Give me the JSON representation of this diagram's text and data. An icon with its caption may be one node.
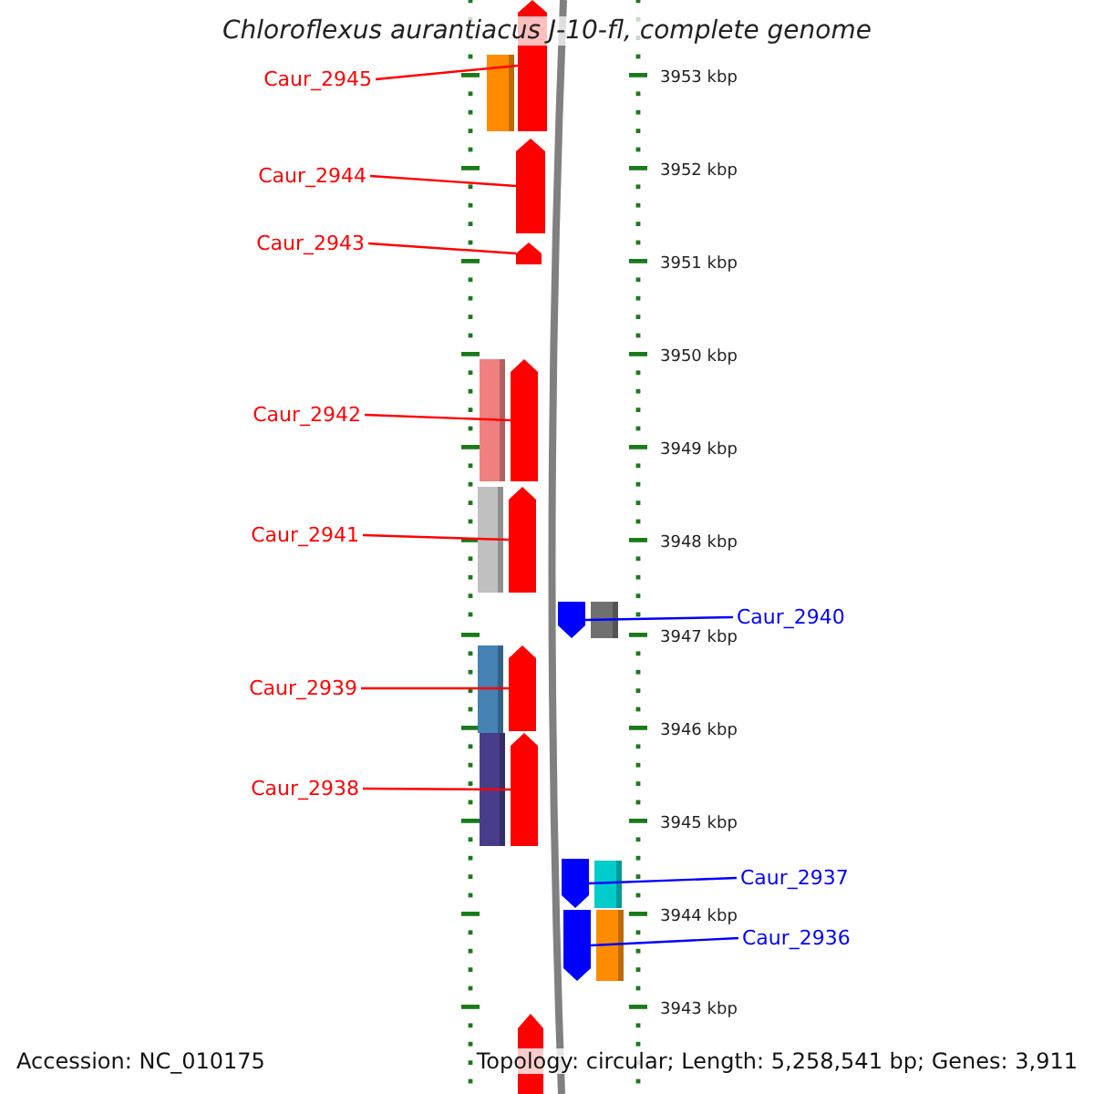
{
  "diagram": {
    "title": "Chloroflexus aurantiacus J-10-fl, complete genome",
    "nodes": [
      {
        "text": [
          "Caur_2945"
        ]
      },
      {
        "text": [
          "Caur_2944"
        ]
      },
      {
        "text": [
          "Caur_2943"
        ]
      },
      {
        "text": [
          "Caur_2942"
        ]
      },
      {
        "text": [
          "Caur_2941"
        ]
      },
      {
        "text": [
          "Caur_2940"
        ]
      },
      {
        "text": [
          "Caur_2939"
        ]
      },
      {
        "text": [
          "Caur_2938"
        ]
      },
      {
        "text": [
          "Caur_2937"
        ]
      },
      {
        "text": [
          "Caur_2936"
        ]
      },
      {
        "text": [],
        "shape": "bar"
      },
      {
        "text": [],
        "shape": "bar"
      },
      {
        "text": [],
        "shape": "bar"
      },
      {
        "text": [],
        "shape": "bar"
      },
      {
        "text": [],
        "shape": "bar"
      },
      {
        "text": [],
        "shape": "bar"
      },
      {
        "text": [],
        "shape": "bar"
      },
      {
        "text": [],
        "shape": "bar"
      },
      {
        "text": [],
        "shape": "bar"
      },
      {
        "text": [],
        "shape": "bar"
      }
    ],
    "edges": [
      {
        "from": 0,
        "to": 10,
        "arrow": "none"
      },
      {
        "from": 1,
        "to": 11,
        "arrow": "none"
      },
      {
        "from": 2,
        "to": 12,
        "arrow": "none"
      },
      {
        "from": 3,
        "to": 13,
        "arrow": "none"
      },
      {
        "from": 4,
        "to": 14,
        "arrow": "none"
      },
      {
        "from": 5,
        "to": 15,
        "arrow": "none",
        "color": "#0000ff"
      },
      {
        "from": 6,
        "to": 16,
        "arrow": "none"
      },
      {
        "from": 7,
        "to": 17,
        "arrow": "none"
      },
      {
        "from": 8,
        "to": 18,
        "arrow": "none",
        "color": "#0000ff"
      },
      {
        "from": 9,
        "to": 19,
        "arrow": "none",
        "color": "#0000ff"
      }
    ],
    "labels": [
      "3953 kbp",
      "3952 kbp",
      "3951 kbp",
      "3950 kbp",
      "3949 kbp",
      "3948 kbp",
      "3947 kbp",
      "3946 kbp",
      "3945 kbp",
      "3944 kbp",
      "3943 kbp",
      "Accession: NC_010175",
      "Topology: circular; Length: 5,258,541 bp; Genes: 3,911"
    ]
  }
}
